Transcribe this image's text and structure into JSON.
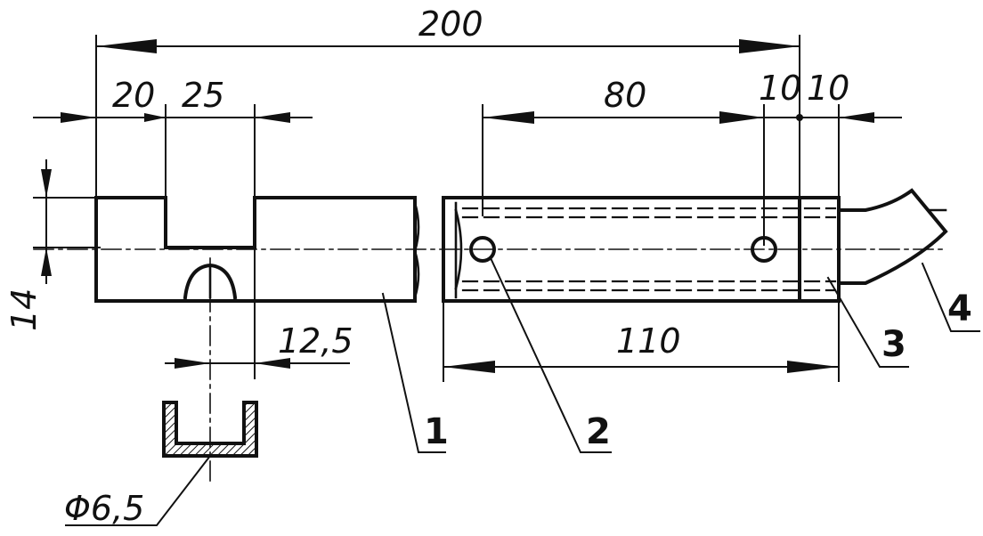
{
  "dimensions": {
    "overall_length": "200",
    "slot_offset": "20",
    "slot_width": "25",
    "pin_spacing": "80",
    "pin_to_end_a": "10",
    "pin_to_end_b": "10",
    "height": "14",
    "hole_offset": "12,5",
    "sleeve_length": "110",
    "hole_diameter": "Φ6,5"
  },
  "callouts": {
    "part_1": "1",
    "part_2": "2",
    "part_3": "3",
    "part_4": "4"
  }
}
